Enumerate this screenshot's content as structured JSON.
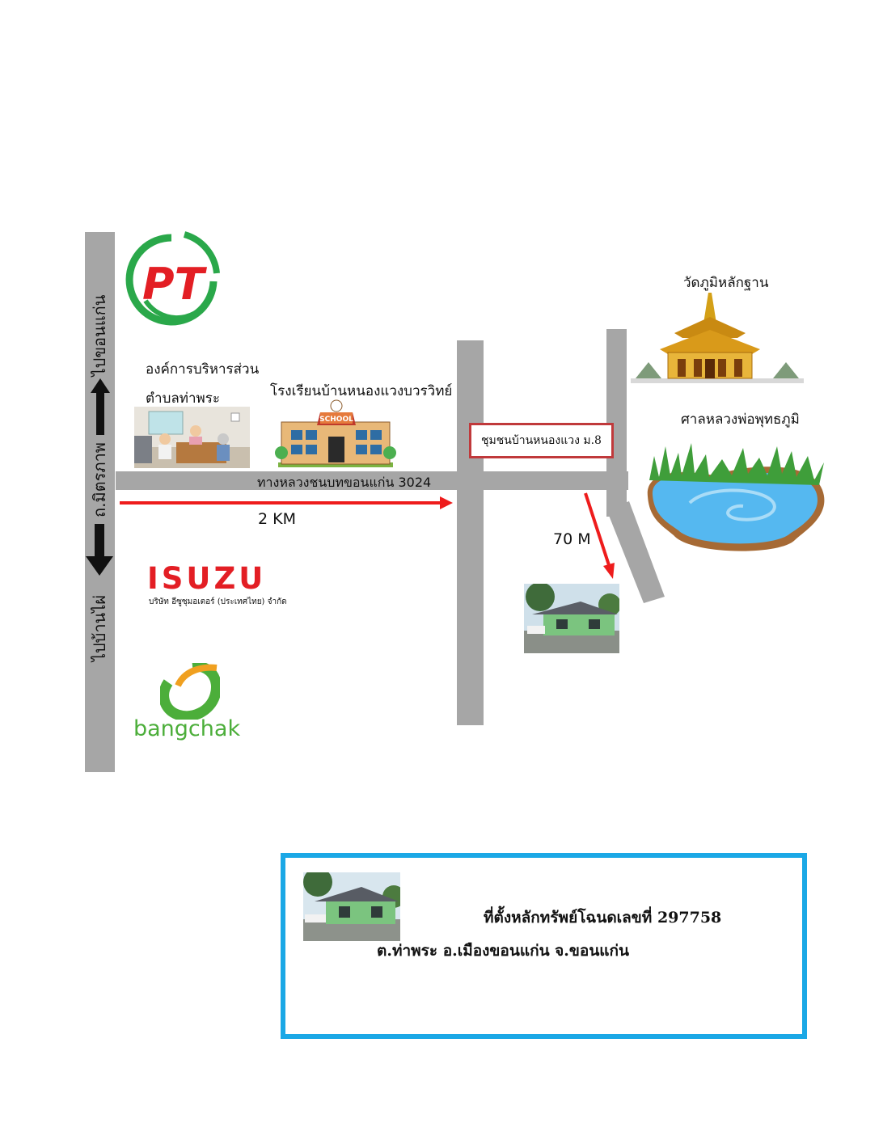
{
  "map": {
    "left_road_label_top": "ไปขอนแก่น",
    "left_road_name": "ถ.มิตรภาพ",
    "left_road_label_bottom": "ไปบ้านไผ่",
    "main_road_label": "ทางหลวงชนบทขอนแก่น 3024",
    "distance_main": "2 KM",
    "distance_side": "70 M",
    "community_label": "ชุมชนบ้านหนองแวง ม.8",
    "landmarks": {
      "tao_office_line1": "องค์การบริหารส่วน",
      "tao_office_line2": "ตำบลท่าพระ",
      "school": "โรงเรียนบ้านหนองแวงบวรวิทย์",
      "school_sign": "SCHOOL",
      "temple": "วัดภูมิหลักฐาน",
      "shrine": "ศาลหลวงพ่อพุทธภูมิ"
    },
    "logos": {
      "pt": "PT",
      "isuzu": "ISUZU",
      "isuzu_sub": "บริษัท อีซูซุมอเตอร์ (ประเทศไทย) จำกัด",
      "bangchak": "bangchak"
    },
    "colors": {
      "road": "#a6a6a6",
      "arrow_red": "#ee1c1c",
      "box_border": "#c0393b",
      "info_border": "#1ba8e6",
      "pt_green": "#2aa84a",
      "pt_red": "#e31e24",
      "isuzu_red": "#e31e24",
      "bangchak_green": "#4cae3a"
    }
  },
  "info_box": {
    "line1": "ที่ตั้งหลักทรัพย์โฉนดเลขที่ 297758",
    "line2": "ต.ท่าพระ อ.เมืองขอนแก่น จ.ขอนแก่น"
  }
}
